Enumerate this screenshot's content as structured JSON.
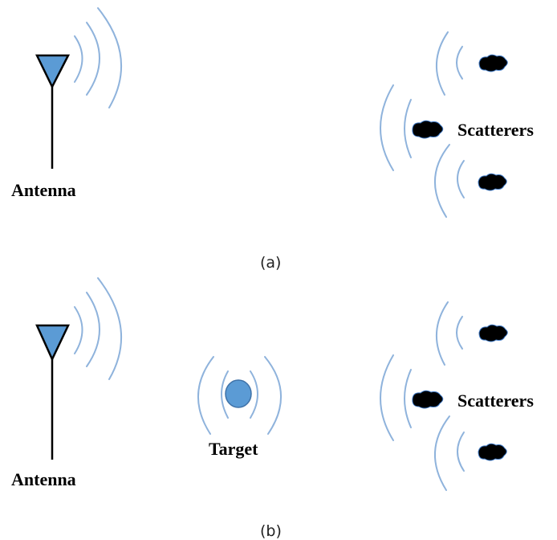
{
  "colors": {
    "antenna_fill": "#5b9bd5",
    "wave_stroke": "#8fb3dc",
    "target_fill": "#5b9bd5",
    "scatterer_fill": "#000000",
    "scatterer_outline": "#3d78c4"
  },
  "panel_a": {
    "antenna_label": "Antenna",
    "scatterers_label": "Scatterers",
    "caption": "(a)"
  },
  "panel_b": {
    "antenna_label": "Antenna",
    "target_label": "Target",
    "scatterers_label": "Scatterers",
    "caption": "(b)"
  }
}
